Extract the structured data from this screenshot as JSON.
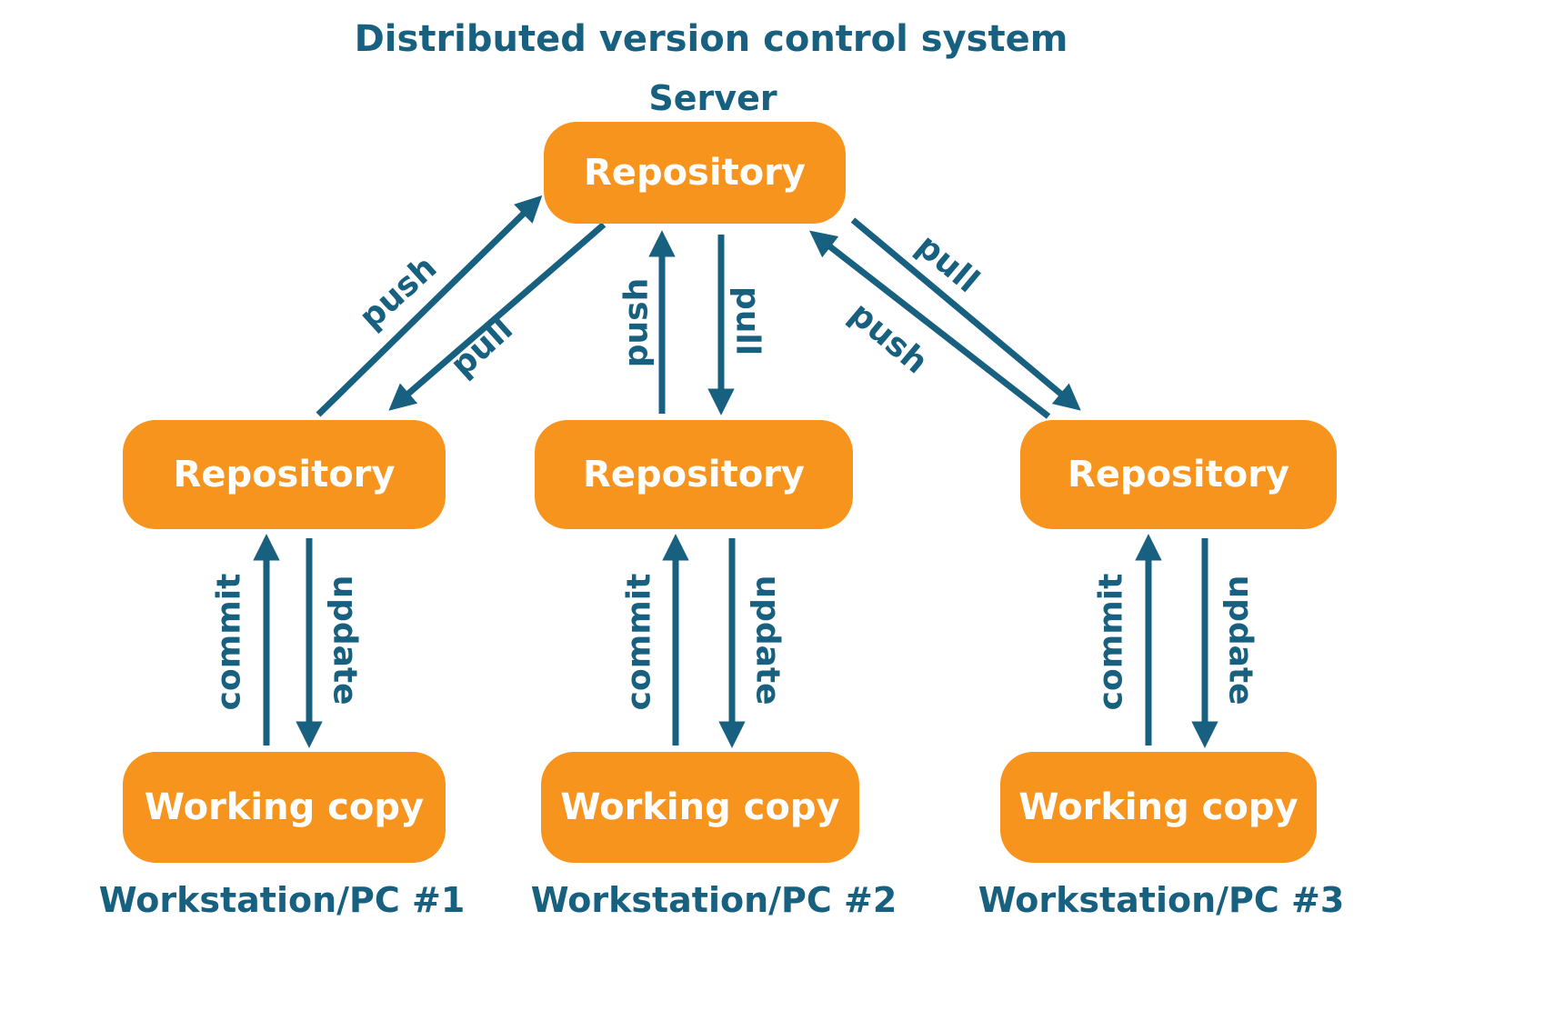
{
  "diagram": {
    "title": "Distributed version control system",
    "server": {
      "label": "Server",
      "repo": "Repository"
    },
    "arrows": {
      "left": {
        "push": "push",
        "pull": "pull"
      },
      "center": {
        "push": "push",
        "pull": "pull"
      },
      "right": {
        "pull": "pull",
        "push": "push"
      }
    },
    "columns": [
      {
        "repo": "Repository",
        "working_copy": "Working copy",
        "commit": "commit",
        "update": "update",
        "workstation": "Workstation/PC #1"
      },
      {
        "repo": "Repository",
        "working_copy": "Working copy",
        "commit": "commit",
        "update": "update",
        "workstation": "Workstation/PC #2"
      },
      {
        "repo": "Repository",
        "working_copy": "Working copy",
        "commit": "commit",
        "update": "update",
        "workstation": "Workstation/PC #3"
      }
    ],
    "colors": {
      "box_fill": "#F7941E",
      "accent": "#18607F",
      "box_text": "#FFFFFF"
    }
  }
}
